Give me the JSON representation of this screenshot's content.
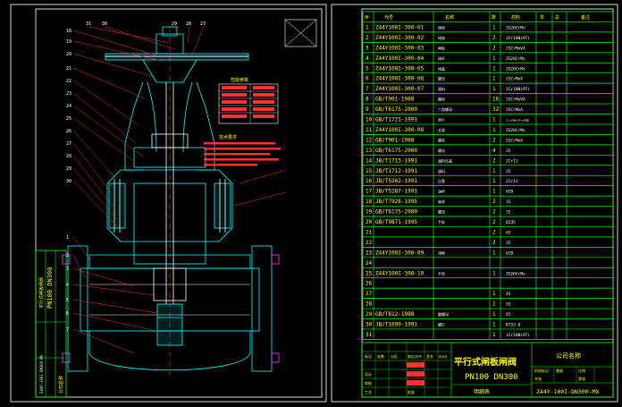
{
  "drawing": {
    "title_main": "平行式闸板闸阀",
    "title_sub": "PN100 DN300",
    "drawing_no": "Z44Y-100I-DN300-MX",
    "company": "公司名称",
    "sheet_label": "明细表",
    "left_title": "PN100 DN300",
    "left_title_cn": "平行式闸板闸阀",
    "left_company": "公司名称",
    "left_code": "Z44Y-100I-DN300-MX",
    "notes_title": "技术要求",
    "table_box_title": "性能参数",
    "colors": {
      "background": "#000000",
      "frame": "#d8d8d8",
      "part": "#00ffff",
      "table": "#00ff00",
      "text": "#ffff00",
      "red": "#ff3030",
      "white": "#ffffff",
      "magenta": "#ff40ff"
    }
  },
  "bom": {
    "headers": [
      "序",
      "代号",
      "名称",
      "数",
      "材料",
      "单",
      "总",
      "备注"
    ],
    "rows": [
      {
        "no": "1",
        "code": "Z44Y100I-300-01",
        "name": "阀体",
        "qty": "1",
        "mat": "ZG20CrMo"
      },
      {
        "no": "2",
        "code": "Z44Y100I-300-02",
        "name": "阀座",
        "qty": "2",
        "mat": "1Cr18Ni9Ti"
      },
      {
        "no": "3",
        "code": "Z44Y100I-300-03",
        "name": "闸板",
        "qty": "2",
        "mat": "25CrMoVA"
      },
      {
        "no": "4",
        "code": "Z44Y100I-300-04",
        "name": "阀杆",
        "qty": "1",
        "mat": "ZG20CrMo"
      },
      {
        "no": "5",
        "code": "Z44Y100I-300-05",
        "name": "阀盖",
        "qty": "1",
        "mat": "ZG20CrMo"
      },
      {
        "no": "6",
        "code": "Z44Y100I-300-06",
        "name": "螺母",
        "qty": "1",
        "mat": "25CrMoV"
      },
      {
        "no": "7",
        "code": "Z44Y100I-300-07",
        "name": "填料",
        "qty": "1",
        "mat": "1Cr18Ni9Ti"
      },
      {
        "no": "8",
        "code": "GB/T901-1988",
        "name": "螺栓",
        "qty": "16",
        "mat": "25CrMoVA"
      },
      {
        "no": "9",
        "code": "GB/T6175-2000",
        "name": "六角螺母",
        "qty": "32",
        "mat": "35CrMoA"
      },
      {
        "no": "10",
        "code": "GB/T1721-1991",
        "name": "垫片",
        "qty": "1",
        "mat": "1Cr18Ni9Ti+石墨"
      },
      {
        "no": "11",
        "code": "Z44Y100I-300-08",
        "name": "支架",
        "qty": "1",
        "mat": "ZG20CrMo"
      },
      {
        "no": "12",
        "code": "GB/T901-1988",
        "name": "螺栓",
        "qty": "2",
        "mat": "25CrMoA"
      },
      {
        "no": "13",
        "code": "GB/T6175-2000",
        "name": "螺母",
        "qty": "4",
        "mat": "35"
      },
      {
        "no": "14",
        "code": "JB/T1713-1991",
        "name": "填料压盖",
        "qty": "2",
        "mat": "2Cr13"
      },
      {
        "no": "15",
        "code": "JB/T1712-1991",
        "name": "填料",
        "qty": "1",
        "mat": "35"
      },
      {
        "no": "16",
        "code": "JB/T5262-1991",
        "name": "压套",
        "qty": "1",
        "mat": "2Cr13"
      },
      {
        "no": "17",
        "code": "JB/T5287-1991",
        "name": "油杯",
        "qty": "1",
        "mat": "VCB"
      },
      {
        "no": "18",
        "code": "JB/T7928-1995",
        "name": "轴承",
        "qty": "2",
        "mat": "35"
      },
      {
        "no": "19",
        "code": "GB/T6175-2000",
        "name": "螺母",
        "qty": "2",
        "mat": "35"
      },
      {
        "no": "20",
        "code": "GB/T9871-1995",
        "name": "手轮",
        "qty": "2",
        "mat": "Q235"
      },
      {
        "no": "21",
        "code": "",
        "name": "",
        "qty": "2",
        "mat": "45"
      },
      {
        "no": "22",
        "code": "",
        "name": "",
        "qty": "2",
        "mat": "35"
      },
      {
        "no": "23",
        "code": "Z44Y100I-300-09",
        "name": "顶楔",
        "qty": "1",
        "mat": "VCB"
      },
      {
        "no": "24",
        "code": "",
        "name": "",
        "qty": "",
        "mat": ""
      },
      {
        "no": "25",
        "code": "Z44Y100I-300-10",
        "name": "手轮",
        "qty": "1",
        "mat": "ZG20CrMo"
      },
      {
        "no": "26",
        "code": "",
        "name": "",
        "qty": "",
        "mat": ""
      },
      {
        "no": "27",
        "code": "",
        "name": "",
        "qty": "1",
        "mat": "45"
      },
      {
        "no": "28",
        "code": "",
        "name": "",
        "qty": "1",
        "mat": "35"
      },
      {
        "no": "29",
        "code": "GB/T812-1988",
        "name": "圆螺母",
        "qty": "1",
        "mat": "45"
      },
      {
        "no": "30",
        "code": "JB/T1699-1991",
        "name": "螺钉",
        "qty": "1",
        "mat": "KT33-8"
      },
      {
        "no": "31",
        "code": "",
        "name": "",
        "qty": "1",
        "mat": "1Cr18Ni9Ti"
      }
    ]
  },
  "title_block": {
    "labels": [
      "标记",
      "处数",
      "分区",
      "更改文件号",
      "签名",
      "年月日",
      "设计",
      "标准化",
      "审核",
      "工艺",
      "批准",
      "阶段标记",
      "重量",
      "比例",
      "共张",
      "第张"
    ]
  },
  "leaders_left": [
    "18",
    "19",
    "20",
    "21",
    "22",
    "23",
    "24",
    "25",
    "26",
    "27",
    "28",
    "29",
    "30",
    "1",
    "2",
    "3",
    "4",
    "5",
    "6",
    "7"
  ],
  "leaders_top": [
    "31",
    "30",
    "29",
    "28",
    "27"
  ]
}
